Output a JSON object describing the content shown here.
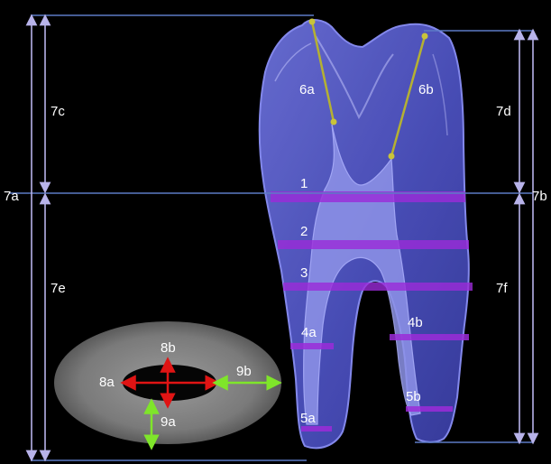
{
  "colors": {
    "background": "#000000",
    "tooth_body": "#5a5fd2",
    "tooth_outline": "#8f94ff",
    "pulp_canal": "#8e93e8",
    "measurement_band": "#9b2bd8",
    "guide_line": "#5c7bc6",
    "dimension_arrow": "#b8b3ea",
    "cusp_line": "#b5b132",
    "section_red_arrow": "#e01414",
    "section_green_arrow": "#7fe52a",
    "section_grey": "#8c8c8c"
  },
  "labels": {
    "l7a": "7a",
    "l7b": "7b",
    "l7c": "7c",
    "l7d": "7d",
    "l7e": "7e",
    "l7f": "7f",
    "l6a": "6a",
    "l6b": "6b",
    "l1": "1",
    "l2": "2",
    "l3": "3",
    "l4a": "4a",
    "l4b": "4b",
    "l5a": "5a",
    "l5b": "5b",
    "l8a": "8a",
    "l8b": "8b",
    "l9a": "9a",
    "l9b": "9b"
  }
}
